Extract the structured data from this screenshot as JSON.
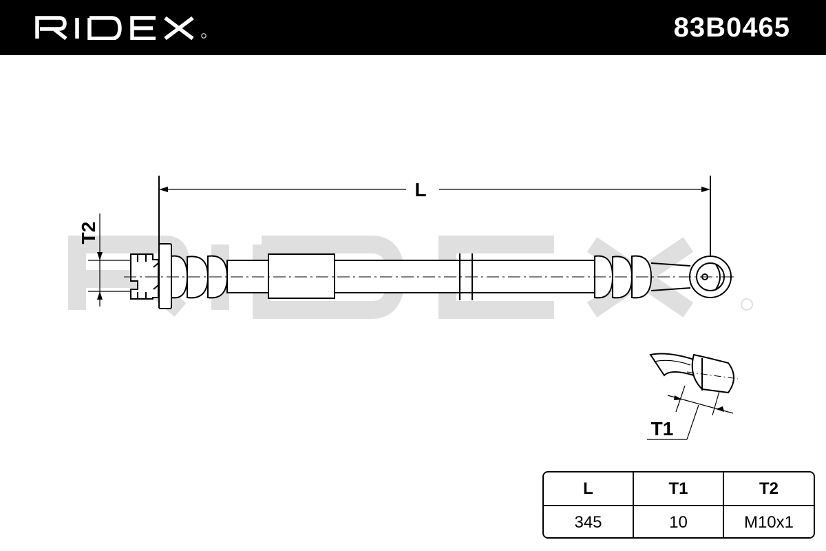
{
  "header": {
    "brand": "RIDEX",
    "part_number": "83B0465"
  },
  "colors": {
    "header_background": "#000000",
    "header_text": "#ffffff",
    "line": "#000000",
    "watermark": "#dcdcdc"
  },
  "drawing": {
    "dimension_length": "L",
    "dimension_thread": "T2",
    "dimension_fitting": "T1"
  },
  "spec_table": {
    "headers": [
      "L",
      "T1",
      "T2"
    ],
    "values": [
      "345",
      "10",
      "M10x1"
    ]
  }
}
